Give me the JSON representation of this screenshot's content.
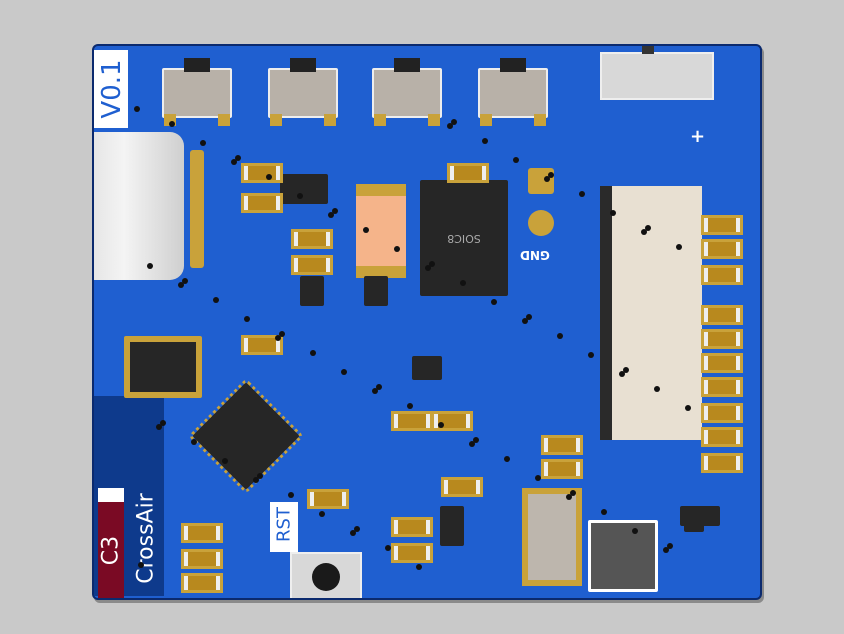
{
  "board": {
    "version_label": "V0.1",
    "brand_label": "CrossAir",
    "chip_badge": "C3",
    "reset_label": "RST",
    "ground_label": "GND",
    "flash_package_label": "SOIC8",
    "plus_label": "+"
  },
  "colors": {
    "background": "#c9c9c9",
    "board": "#1f5fd0",
    "pad": "#c9a23a",
    "badge": "#7a0a24"
  }
}
